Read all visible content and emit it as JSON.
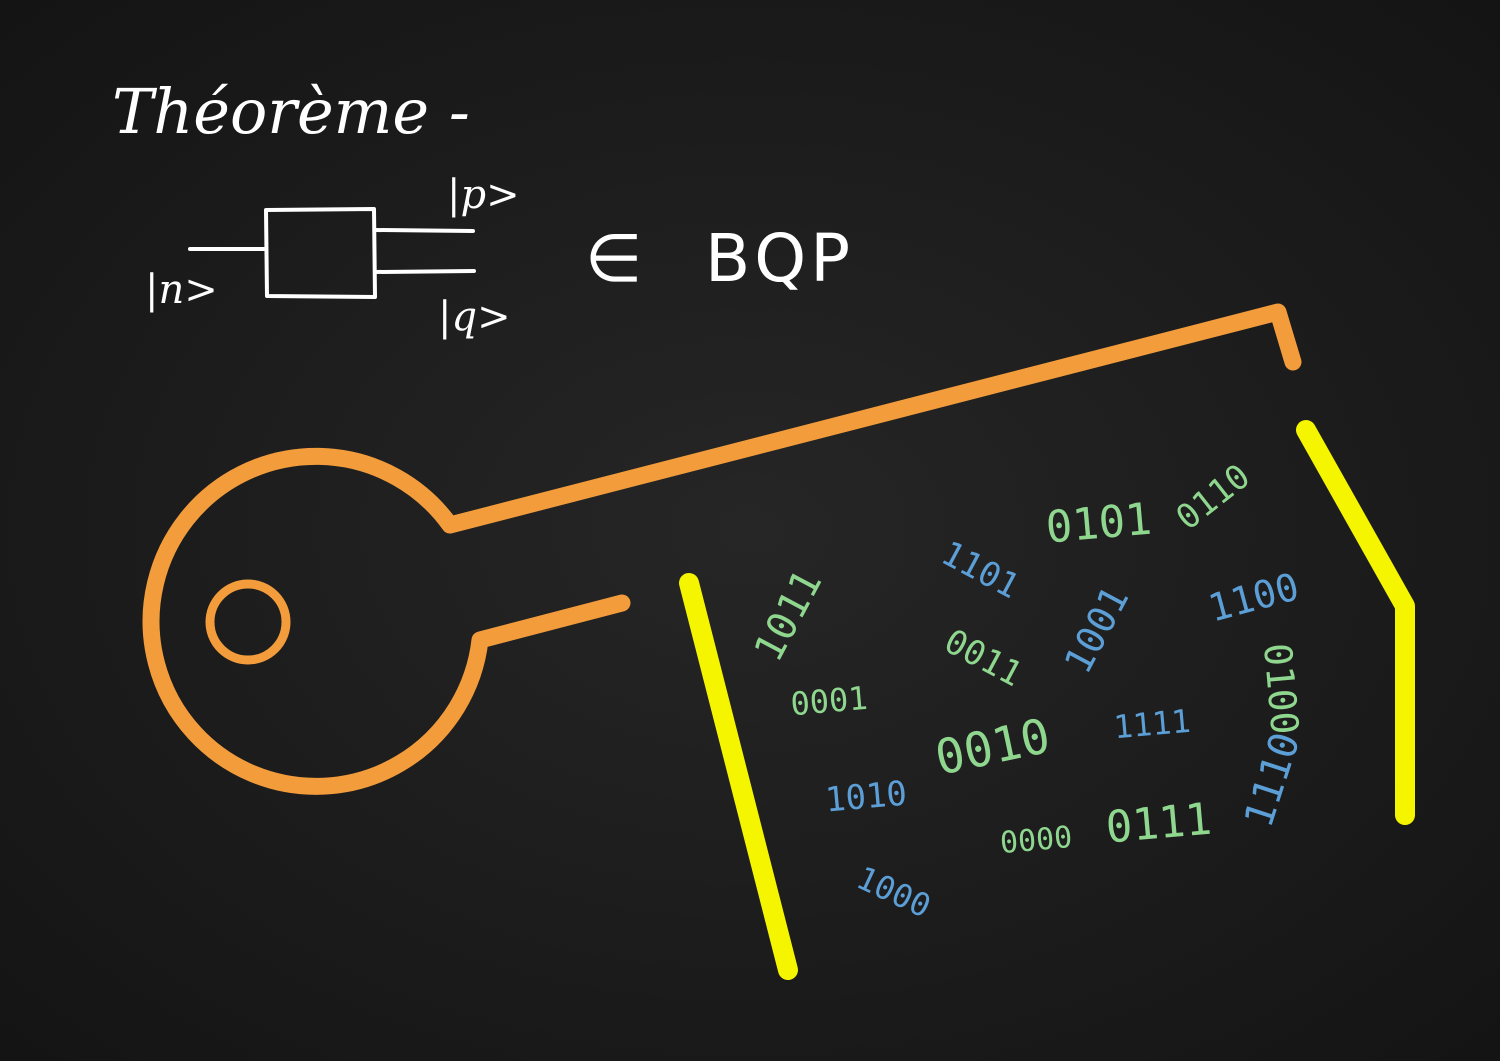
{
  "title": "Théorème -",
  "circuit": {
    "input_ket": "|n>",
    "output_top_ket": "|p>",
    "output_bottom_ket": "|q>",
    "membership_symbol": "∈",
    "complexity_class": "BQP"
  },
  "colors": {
    "background": "#1c1c1c",
    "chalk": "#ffffff",
    "key": "#f39c3c",
    "lock": "#f5f500",
    "bits_green": "#8fd68f",
    "bits_blue": "#5c9ed6"
  },
  "binary_strings": [
    {
      "text": "0101",
      "color": "green"
    },
    {
      "text": "0110",
      "color": "green"
    },
    {
      "text": "1101",
      "color": "blue"
    },
    {
      "text": "1011",
      "color": "green"
    },
    {
      "text": "1100",
      "color": "blue"
    },
    {
      "text": "0011",
      "color": "green"
    },
    {
      "text": "1001",
      "color": "blue"
    },
    {
      "text": "0001",
      "color": "green"
    },
    {
      "text": "0010",
      "color": "green"
    },
    {
      "text": "1111",
      "color": "blue"
    },
    {
      "text": "0100",
      "color": "green"
    },
    {
      "text": "1110",
      "color": "blue"
    },
    {
      "text": "1010",
      "color": "blue"
    },
    {
      "text": "0000",
      "color": "green"
    },
    {
      "text": "0111",
      "color": "green"
    },
    {
      "text": "1000",
      "color": "blue"
    }
  ]
}
